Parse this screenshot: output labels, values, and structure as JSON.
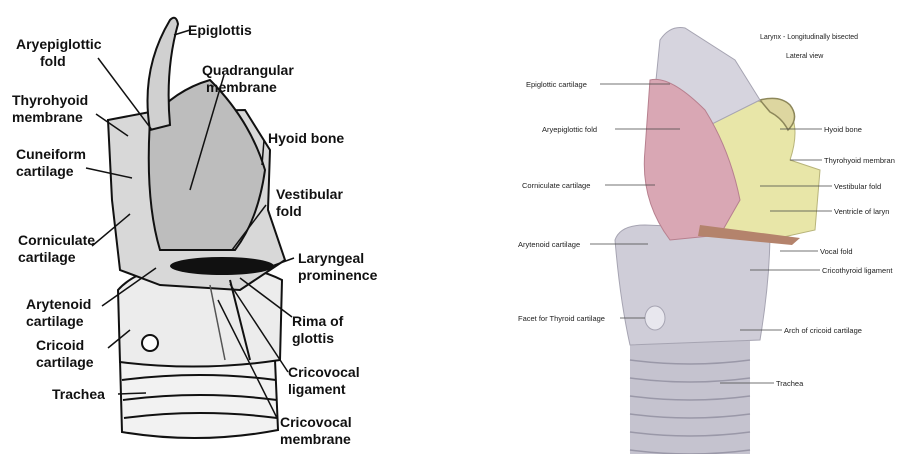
{
  "left_figure": {
    "labels": {
      "epiglottis": "Epiglottis",
      "aryepiglottic_1": "Aryepiglottic",
      "aryepiglottic_2": "fold",
      "quadrangular_1": "Quadrangular",
      "quadrangular_2": "membrane",
      "thyrohyoid_1": "Thyrohyoid",
      "thyrohyoid_2": "membrane",
      "hyoid_bone": "Hyoid bone",
      "cuneiform_1": "Cuneiform",
      "cuneiform_2": "cartilage",
      "vestibular_1": "Vestibular",
      "vestibular_2": "fold",
      "corniculate_1": "Corniculate",
      "corniculate_2": "cartilage",
      "laryngeal_1": "Laryngeal",
      "laryngeal_2": "prominence",
      "arytenoid_1": "Arytenoid",
      "arytenoid_2": "cartilage",
      "rima_1": "Rima of",
      "rima_2": "glottis",
      "cricoid_1": "Cricoid",
      "cricoid_2": "cartilage",
      "cricovocal_lig_1": "Cricovocal",
      "cricovocal_lig_2": "ligament",
      "trachea": "Trachea",
      "cricovocal_mem_1": "Cricovocal",
      "cricovocal_mem_2": "membrane"
    }
  },
  "right_figure": {
    "title_1": "Larynx - Longitudinally bisected",
    "title_2": "Lateral view",
    "labels": {
      "epiglottic_cartilage": "Epiglottic cartilage",
      "aryepiglottic_fold": "Aryepiglottic fold",
      "hyoid_bone": "Hyoid bone",
      "thyrohyoid_membrane": "Thyrohyoid membran",
      "corniculate_cartilage": "Corniculate cartilage",
      "vestibular_fold": "Vestibular fold",
      "ventricle": "Ventricle of laryn",
      "arytenoid_cartilage": "Arytenoid cartilage",
      "vocal_fold": "Vocal fold",
      "cricothyroid_ligament": "Cricothyroid ligament",
      "facet_thyroid": "Facet for Thyroid cartilage",
      "arch_cricoid": "Arch of cricoid cartilage",
      "trachea": "Trachea"
    }
  },
  "colors": {
    "ink": "#111111",
    "yellow_membrane": "#e8e6a8",
    "pink_mucosa": "#d9a7b4",
    "grey_cartilage": "#c9c9d3"
  }
}
